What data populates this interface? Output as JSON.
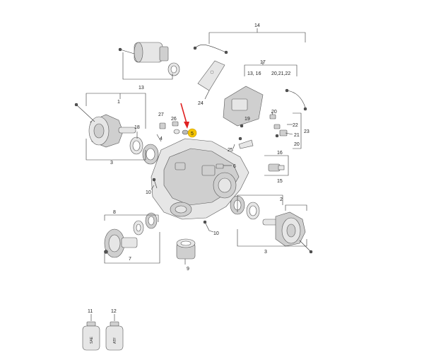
{
  "labels": {
    "l1": "1",
    "l2": "2",
    "l3a": "3",
    "l3b": "3",
    "l4": "4",
    "l5": "5",
    "l6": "6",
    "l7": "7",
    "l8": "8",
    "l9": "9",
    "l10a": "10",
    "l10b": "10",
    "l11": "11",
    "l12": "12",
    "l13a": "13",
    "l13b": "13, 16",
    "l14": "14",
    "l15": "15",
    "l16": "16",
    "l17": "17",
    "l18": "18",
    "l19": "19",
    "l20a": "20,21,22",
    "l20b": "20",
    "l20c": "20",
    "l21": "21",
    "l22": "22",
    "l23": "23",
    "l24": "24",
    "l25": "25",
    "l26": "26",
    "l27": "27"
  },
  "bottles": {
    "sae": "SAE",
    "atf": "ATF"
  },
  "colors": {
    "arrow": "#e02020",
    "highlight": "#f5c400"
  }
}
